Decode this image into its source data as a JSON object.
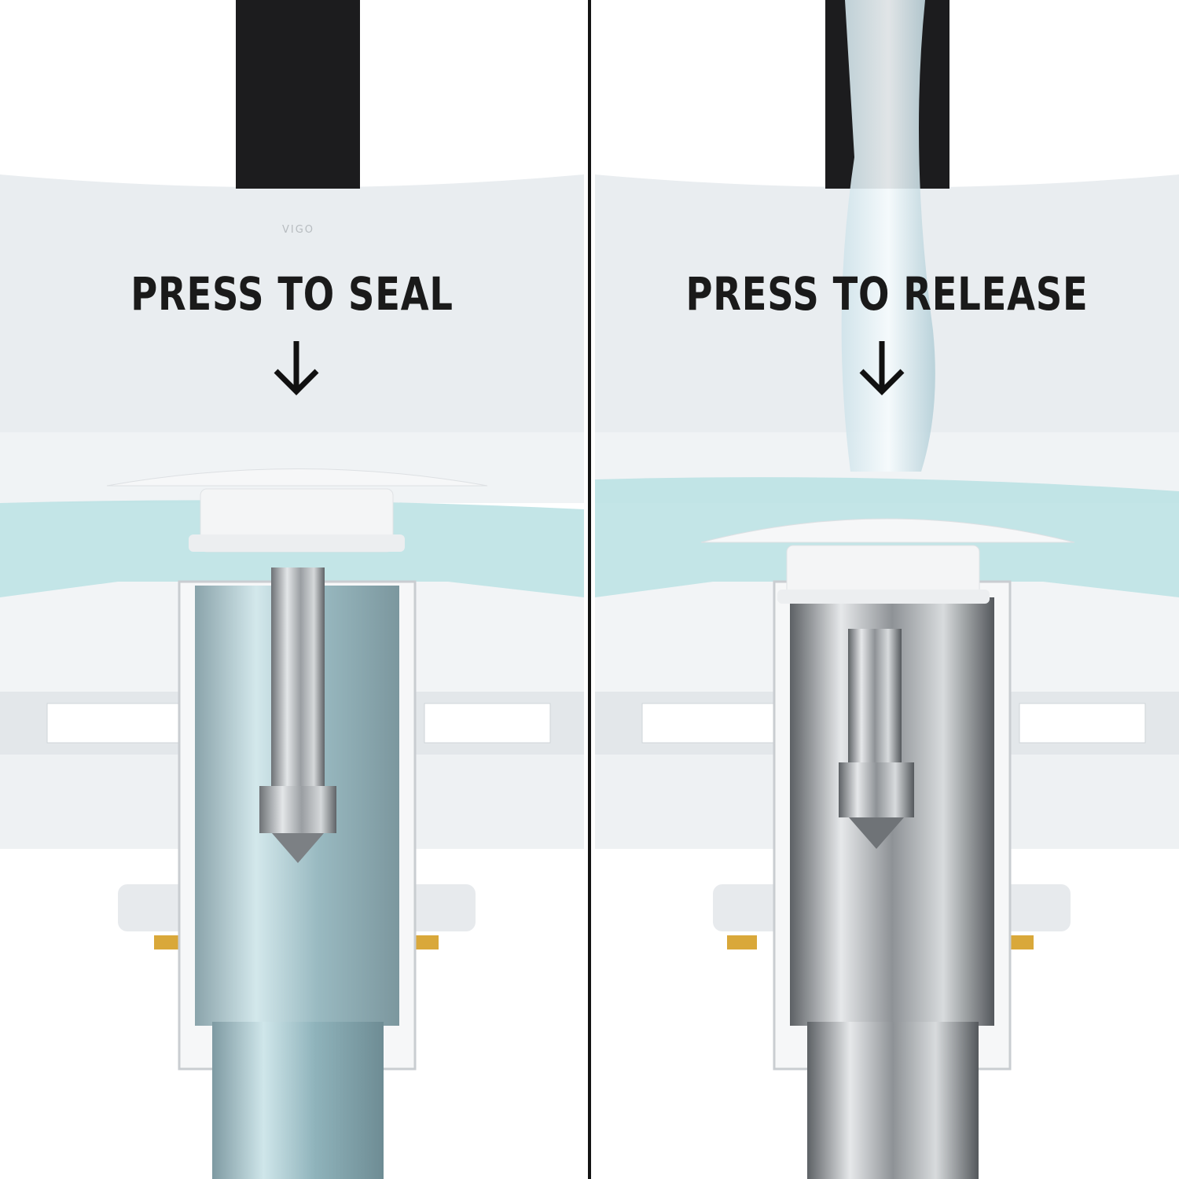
{
  "panels": [
    {
      "id": "seal",
      "caption": "PRESS TO SEAL",
      "brand": "VIGO",
      "state": "closed-sealed"
    },
    {
      "id": "release",
      "caption": "PRESS TO RELEASE",
      "brand": "",
      "state": "open-draining"
    }
  ],
  "colors": {
    "faucet": "#1c1c1e",
    "basin": "#e9edf0",
    "water": "#b9e0e3",
    "stopper_cap": "#f4f5f6",
    "pipe_metal": "#b8bcc0",
    "divider": "#141414",
    "text": "#1a1a1a"
  },
  "icons": [
    "arrow-down-icon",
    "arrow-down-icon"
  ]
}
